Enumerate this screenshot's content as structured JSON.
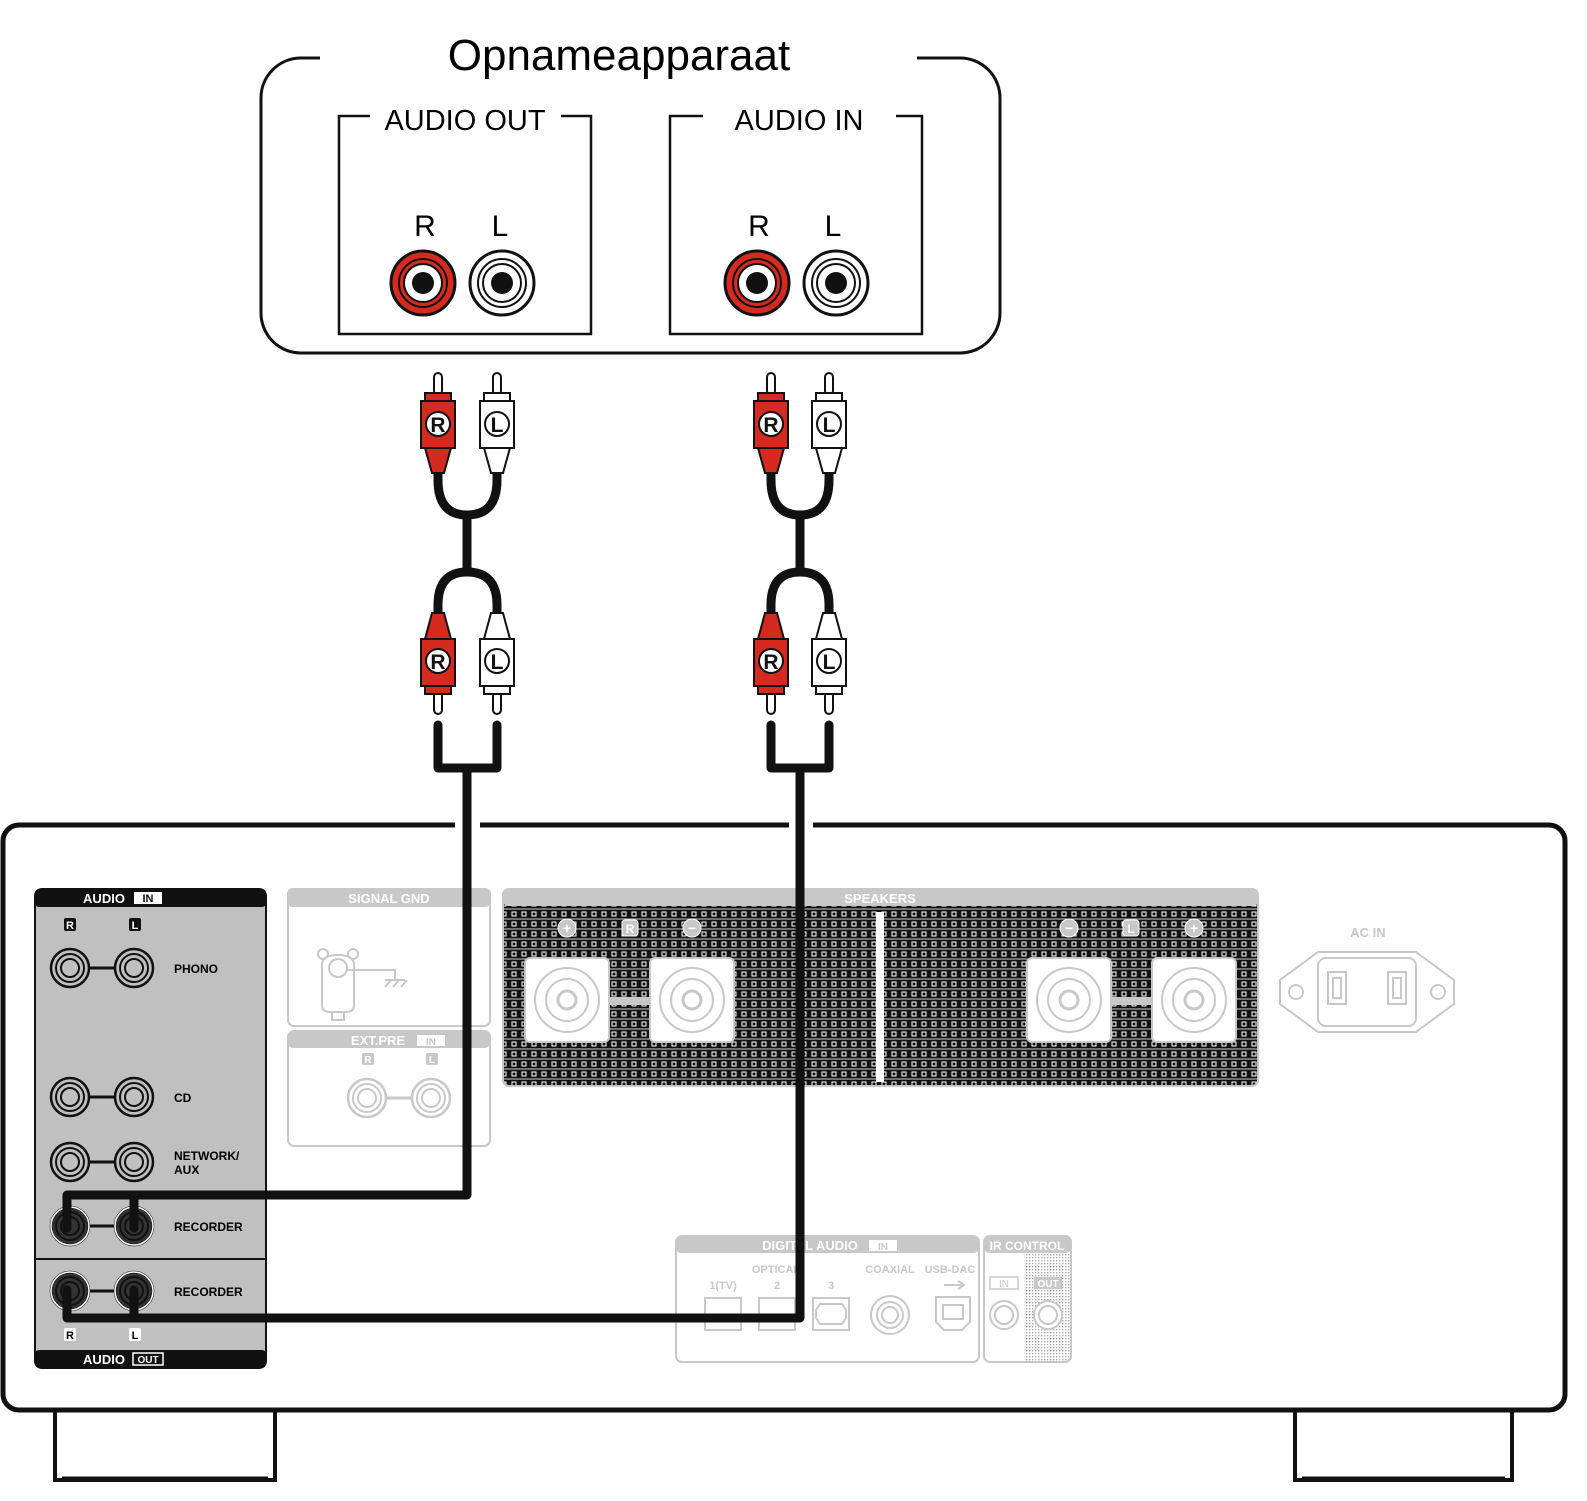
{
  "recorder": {
    "title": "Opnameapparaat",
    "audio_out": {
      "label": "AUDIO OUT",
      "r": "R",
      "l": "L"
    },
    "audio_in": {
      "label": "AUDIO IN",
      "r": "R",
      "l": "L"
    }
  },
  "cables": {
    "r": "R",
    "l": "L"
  },
  "colors": {
    "red": "#d42a1f",
    "panel_gray": "#c0c0c0",
    "faded_gray": "#c8c8c8"
  },
  "amplifier": {
    "audio_in_panel": {
      "header": "AUDIO",
      "header_tag": "IN",
      "r": "R",
      "l": "L",
      "rows": [
        "PHONO",
        "CD",
        "NETWORK/",
        "AUX",
        "RECORDER"
      ]
    },
    "audio_out_panel": {
      "header": "AUDIO",
      "header_tag": "OUT",
      "row": "RECORDER",
      "r": "R",
      "l": "L"
    },
    "signal_gnd": {
      "label": "SIGNAL GND"
    },
    "ext_pre": {
      "label": "EXT.PRE",
      "tag": "IN",
      "r": "R",
      "l": "L"
    },
    "speakers": {
      "label": "SPEAKERS",
      "plus": "+",
      "minus": "−",
      "r": "R",
      "l": "L"
    },
    "ac_in": {
      "label": "AC IN"
    },
    "digital_audio": {
      "label": "DIGITAL AUDIO",
      "tag": "IN",
      "optical": "OPTICAL",
      "opt1": "1(TV)",
      "opt2": "2",
      "opt3": "3",
      "coaxial": "COAXIAL",
      "usb": "USB-DAC"
    },
    "ir_control": {
      "label": "IR CONTROL",
      "in": "IN",
      "out": "OUT"
    }
  }
}
